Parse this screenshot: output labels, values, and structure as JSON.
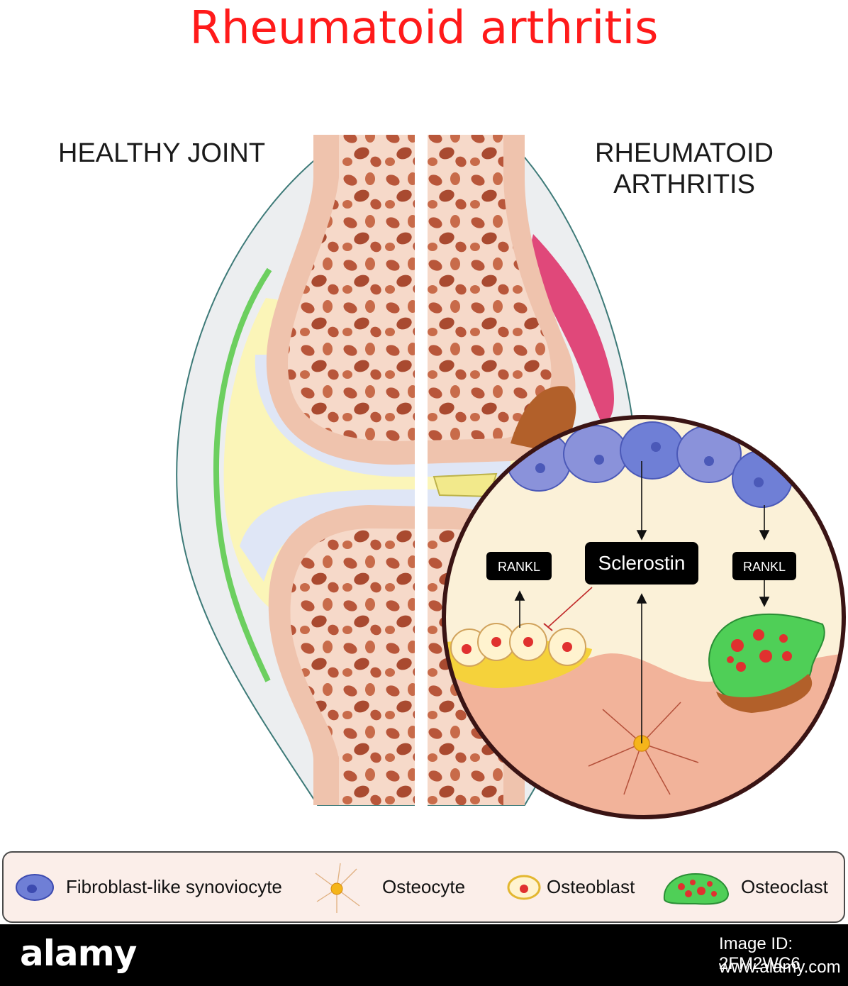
{
  "title": "Rheumatoid arthritis",
  "labels": {
    "healthy": "HEALTHY JOINT",
    "ra_line1": "RHEUMATOID",
    "ra_line2": "ARTHRITIS"
  },
  "inset": {
    "sclerostin": "Sclerostin",
    "rankl_left": "RANKL",
    "rankl_right": "RANKL"
  },
  "legend": {
    "fibroblast": "Fibroblast-like synoviocyte",
    "osteocyte": "Osteocyte",
    "osteoblast": "Osteoblast",
    "osteoclast": "Osteoclast"
  },
  "footer": {
    "brand": "alamy",
    "image_id": "Image ID: 2FM2WC6",
    "url": "www.alamy.com"
  },
  "colors": {
    "title": "#ff1a1a",
    "bone": "#f6d9c9",
    "bone_pore": "#b8563a",
    "synovial_fluid": "#fbf5b8",
    "cartilage": "#dfe6f6",
    "synovium_healthy": "#6ccf5f",
    "synovium_inflamed": "#e0487a",
    "synoviocyte": "#6f7fd6",
    "osteoclast": "#4fcf57",
    "inset_border": "#3a1414"
  }
}
